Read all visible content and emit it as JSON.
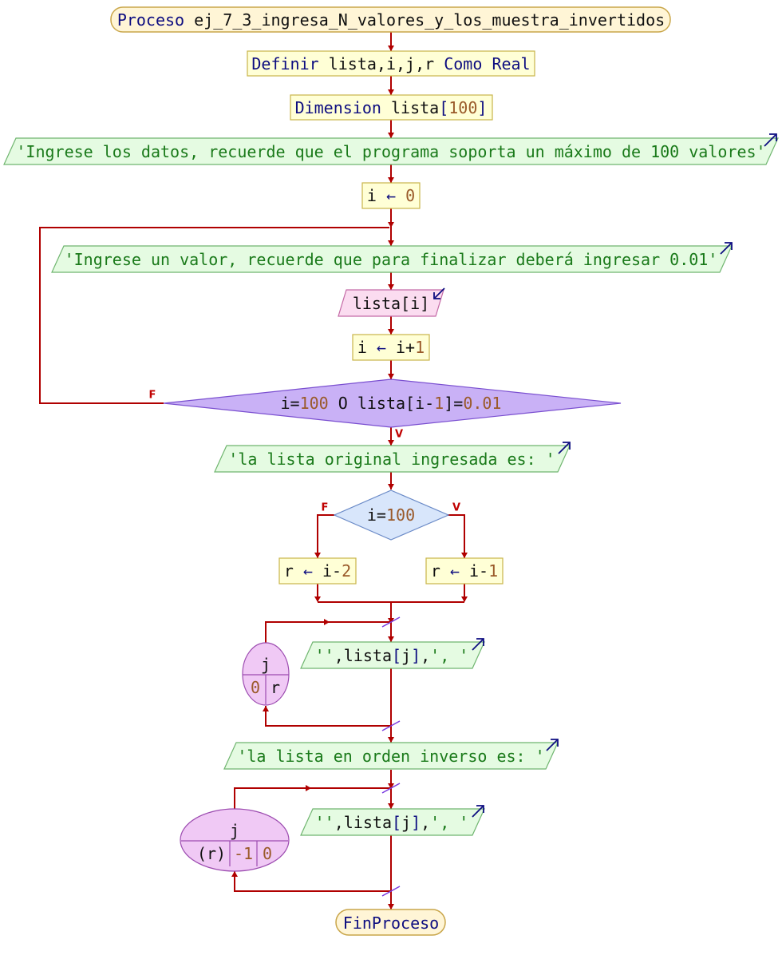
{
  "process_name": "ej_7_3_ingresa_N_valores_y_los_muestra_invertidos",
  "keywords": {
    "proceso": "Proceso",
    "definir": "Definir",
    "como": "Como",
    "real": "Real",
    "dimension": "Dimension",
    "fin": "FinProceso"
  },
  "define_vars": "lista,i,j,r",
  "dimension_var": "lista",
  "dimension_size": "100",
  "output_intro": "'Ingrese los datos, recuerde que el programa soporta un máximo de 100 valores'",
  "assign_i_var": "i",
  "assign_i_value": "0",
  "output_prompt": "'Ingrese un valor, recuerde que para finalizar deberá ingresar 0.01'",
  "input_expr": "lista[i]",
  "increment_var": "i",
  "increment_expr": "i+",
  "increment_num": "1",
  "loop_condition": {
    "a": "i=",
    "n1": "100",
    "b": " O lista[i-",
    "n2": "1",
    "c": "]=",
    "n3": "0.01"
  },
  "output_original": "'la lista original ingresada es: '",
  "if_condition": {
    "a": "i=",
    "n": "100"
  },
  "assign_false": {
    "var": "r",
    "expr": "i-",
    "num": "2"
  },
  "assign_true": {
    "var": "r",
    "expr": "i-",
    "num": "1"
  },
  "labels": {
    "false": "F",
    "true": "V"
  },
  "arrow_symbol": "←",
  "for1": {
    "var": "j",
    "from": "0",
    "to": "r"
  },
  "print_item": {
    "a": "'',lista[j],', '"
  },
  "output_inverse": "'la lista en orden inverso es: '",
  "for2": {
    "var": "j",
    "from": "(r)",
    "step": "-1",
    "to": "0"
  }
}
